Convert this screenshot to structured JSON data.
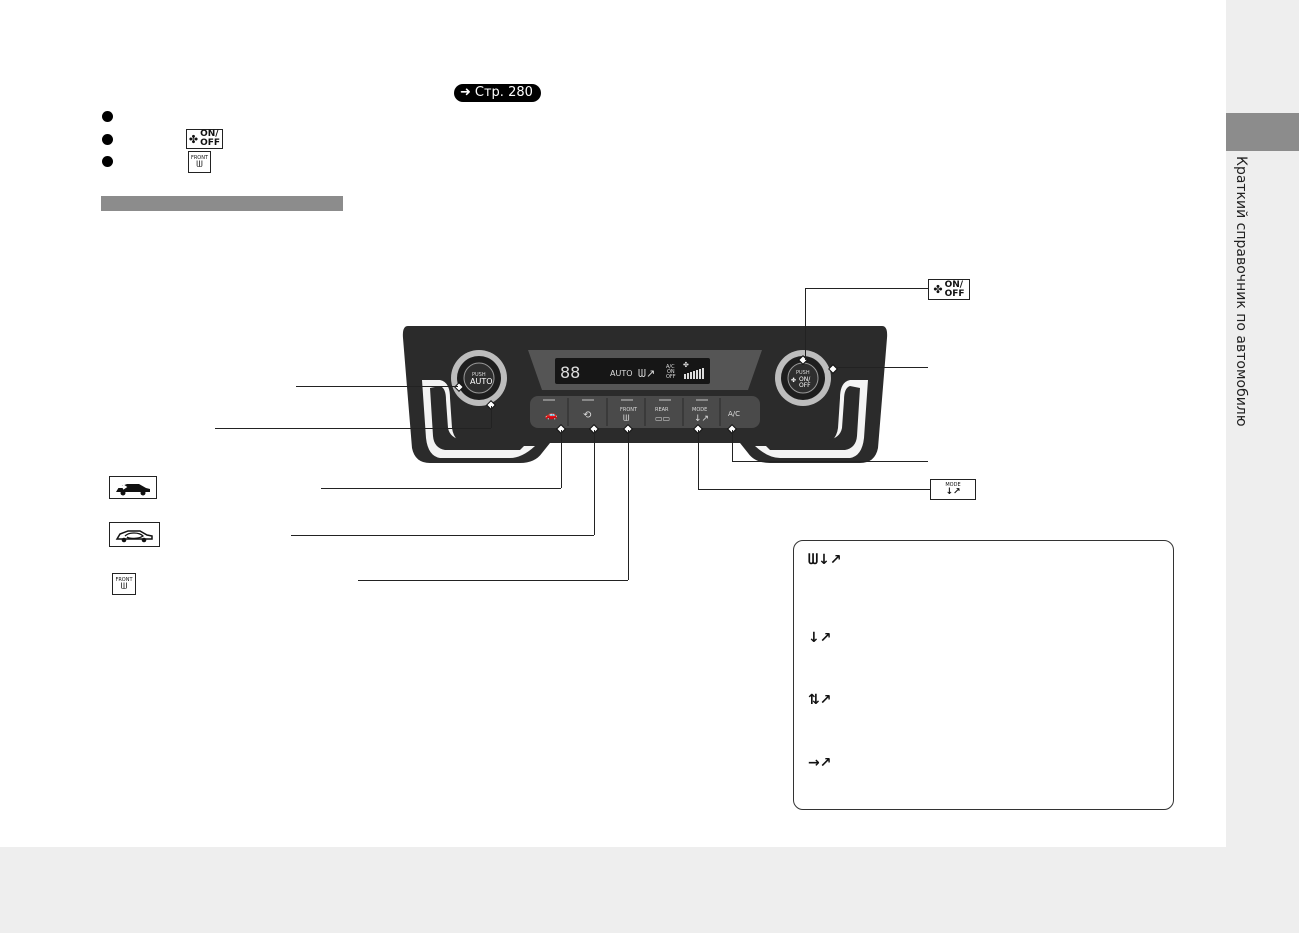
{
  "page_ref": {
    "arrow_icon": "arrow-right-icon",
    "label": "Стр. 280"
  },
  "bullets": [
    {
      "icon": "bullet-dot-icon"
    },
    {
      "icon": "bullet-dot-icon",
      "inline_icon": "fan-on-off-icon"
    },
    {
      "icon": "bullet-dot-icon",
      "inline_icon": "front-defrost-icon"
    }
  ],
  "onoff_icon": {
    "line1": "ON/",
    "line2": "OFF"
  },
  "front_icon": {
    "label": "FRONT"
  },
  "mode_icon": {
    "label": "MODE"
  },
  "side_tab": {
    "title": "Краткий справочник по автомобилю"
  },
  "panel": {
    "display": {
      "digits": "88",
      "auto": "AUTO",
      "ac_line1": "A/C",
      "ac_line2": "ON",
      "ac_line3": "OFF"
    },
    "left_knob": {
      "line1": "PUSH",
      "line2": "AUTO"
    },
    "right_knob": {
      "line1": "PUSH",
      "line2": "ON/",
      "line3": "OFF"
    },
    "buttons": {
      "front": "FRONT",
      "rear": "REAR",
      "mode": "MODE",
      "ac": "A/C"
    }
  },
  "colors": {
    "panel_dark": "#2b2b2b",
    "panel_mid": "#4a4a4a",
    "display_bg": "#1a1a1a",
    "tab_gray": "#8c8c8c"
  }
}
